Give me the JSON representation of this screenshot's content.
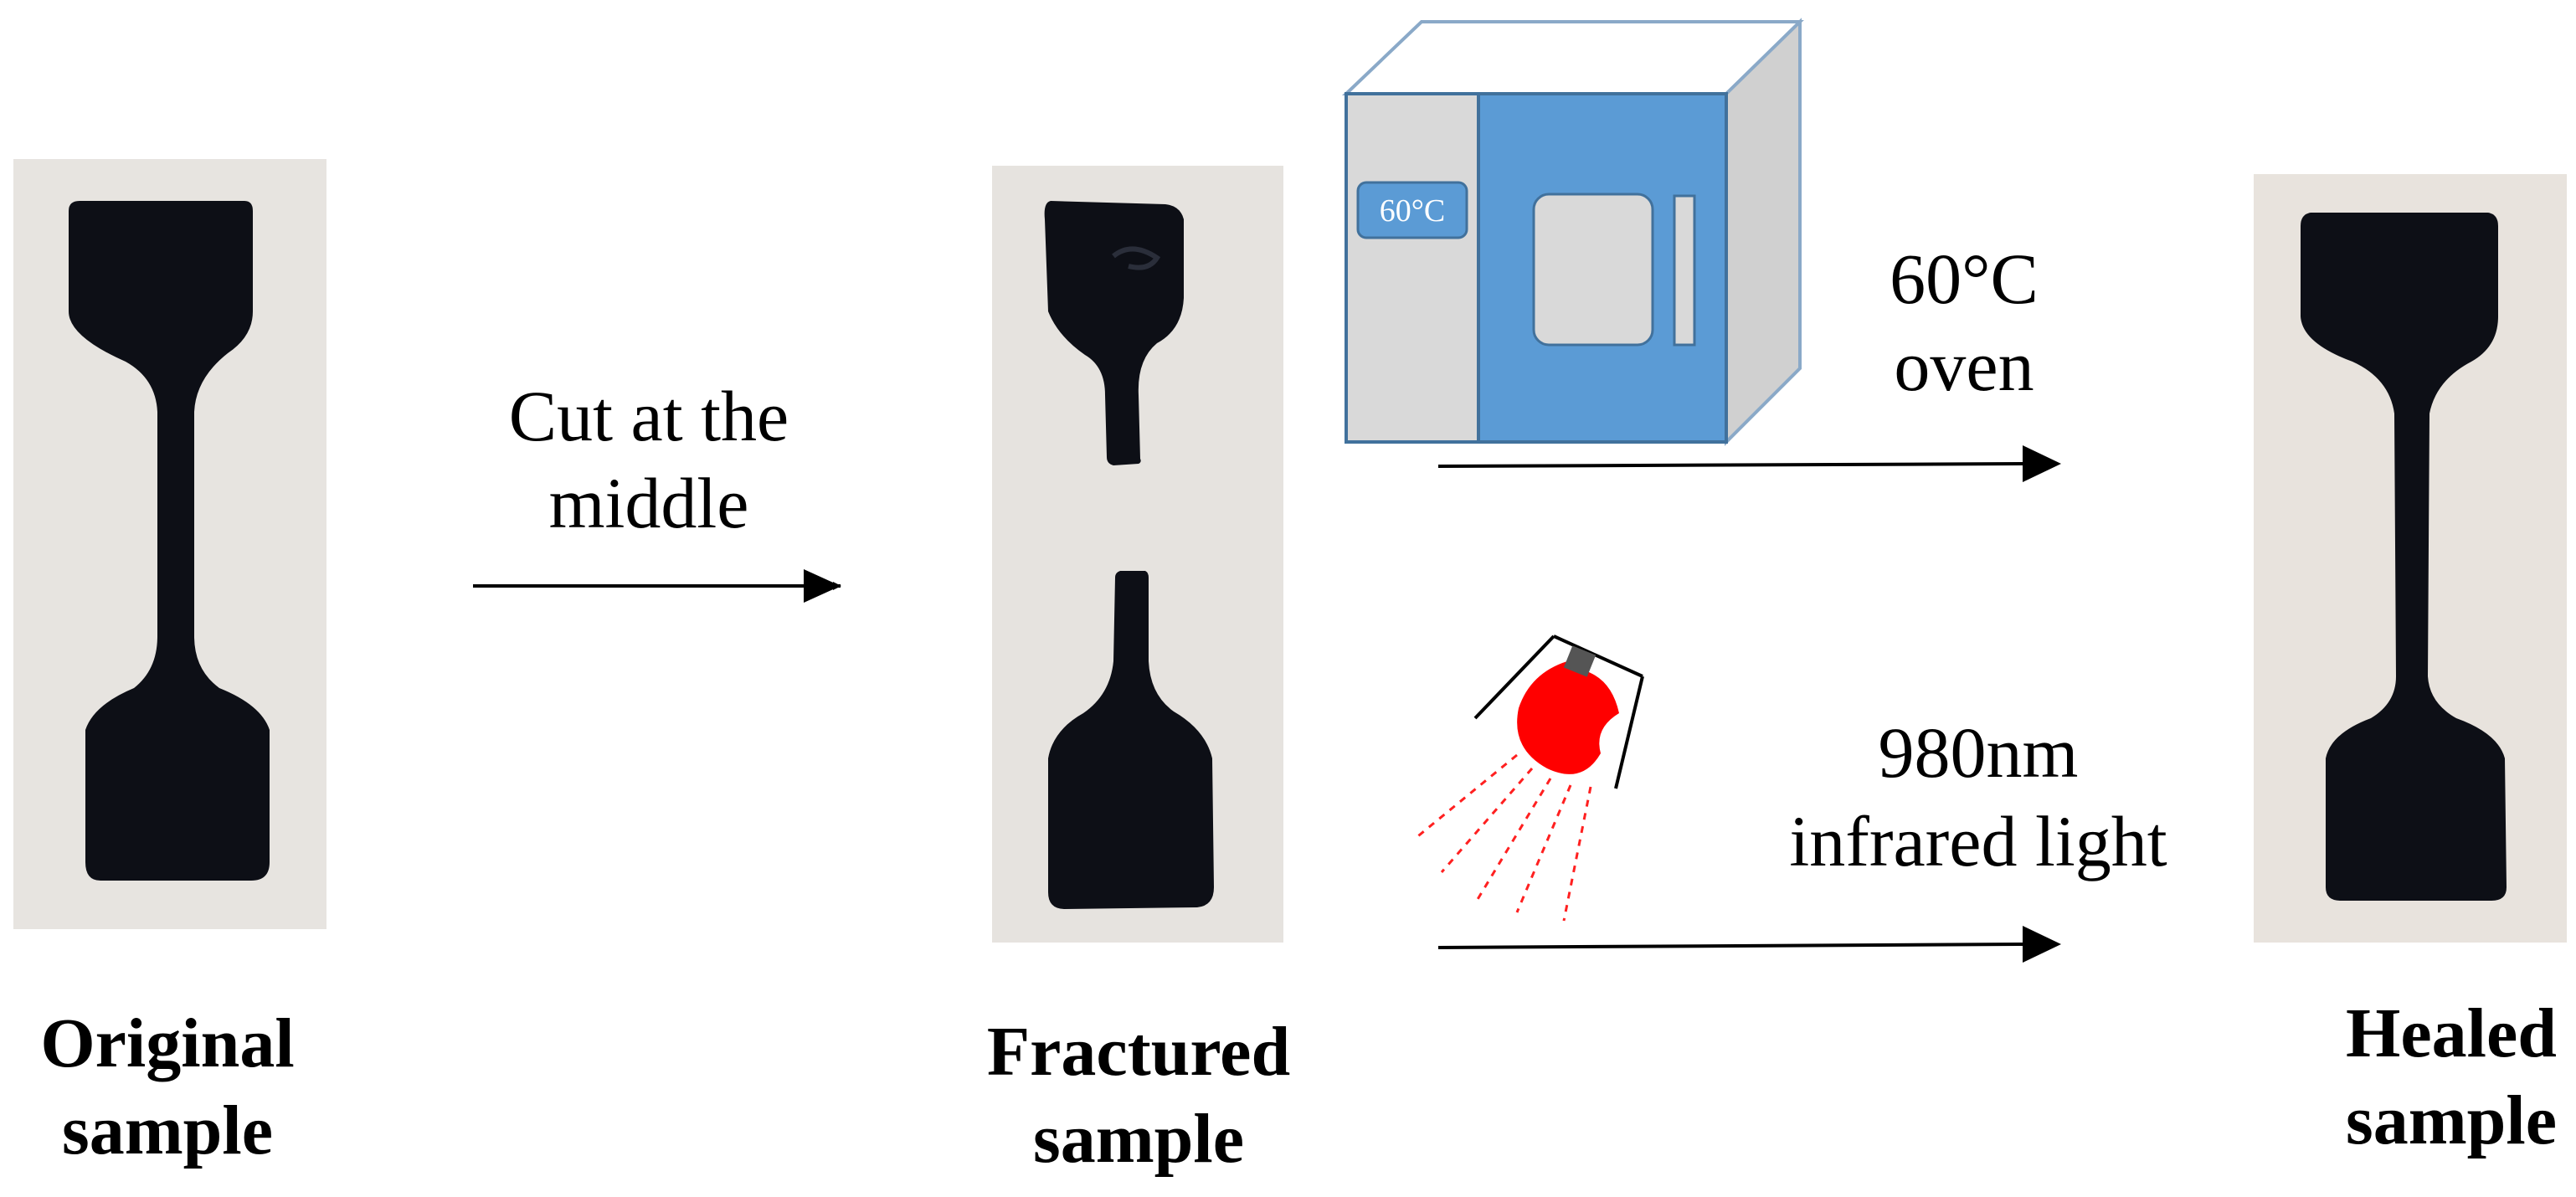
{
  "samples": {
    "original": {
      "line1": "Original",
      "line2": "sample"
    },
    "fractured": {
      "line1": "Fractured",
      "line2": "sample"
    },
    "healed": {
      "line1": "Healed",
      "line2": "sample"
    }
  },
  "steps": {
    "cut": {
      "line1": "Cut at the",
      "line2": "middle"
    },
    "oven": {
      "line1": "60°C",
      "line2": "oven",
      "display": "60°C"
    },
    "infrared": {
      "line1": "980nm",
      "line2": "infrared light"
    }
  },
  "colors": {
    "photo_bg": "#e6e3df",
    "specimen": "#0d0f16",
    "oven_blue": "#5b9bd5",
    "oven_blue_dark": "#41719c",
    "oven_gray": "#d9d9d9",
    "lamp_red": "#ff0000",
    "ray_red": "#ff2020"
  },
  "icons": {
    "oven": "oven-icon",
    "lamp": "infrared-lamp-icon"
  }
}
